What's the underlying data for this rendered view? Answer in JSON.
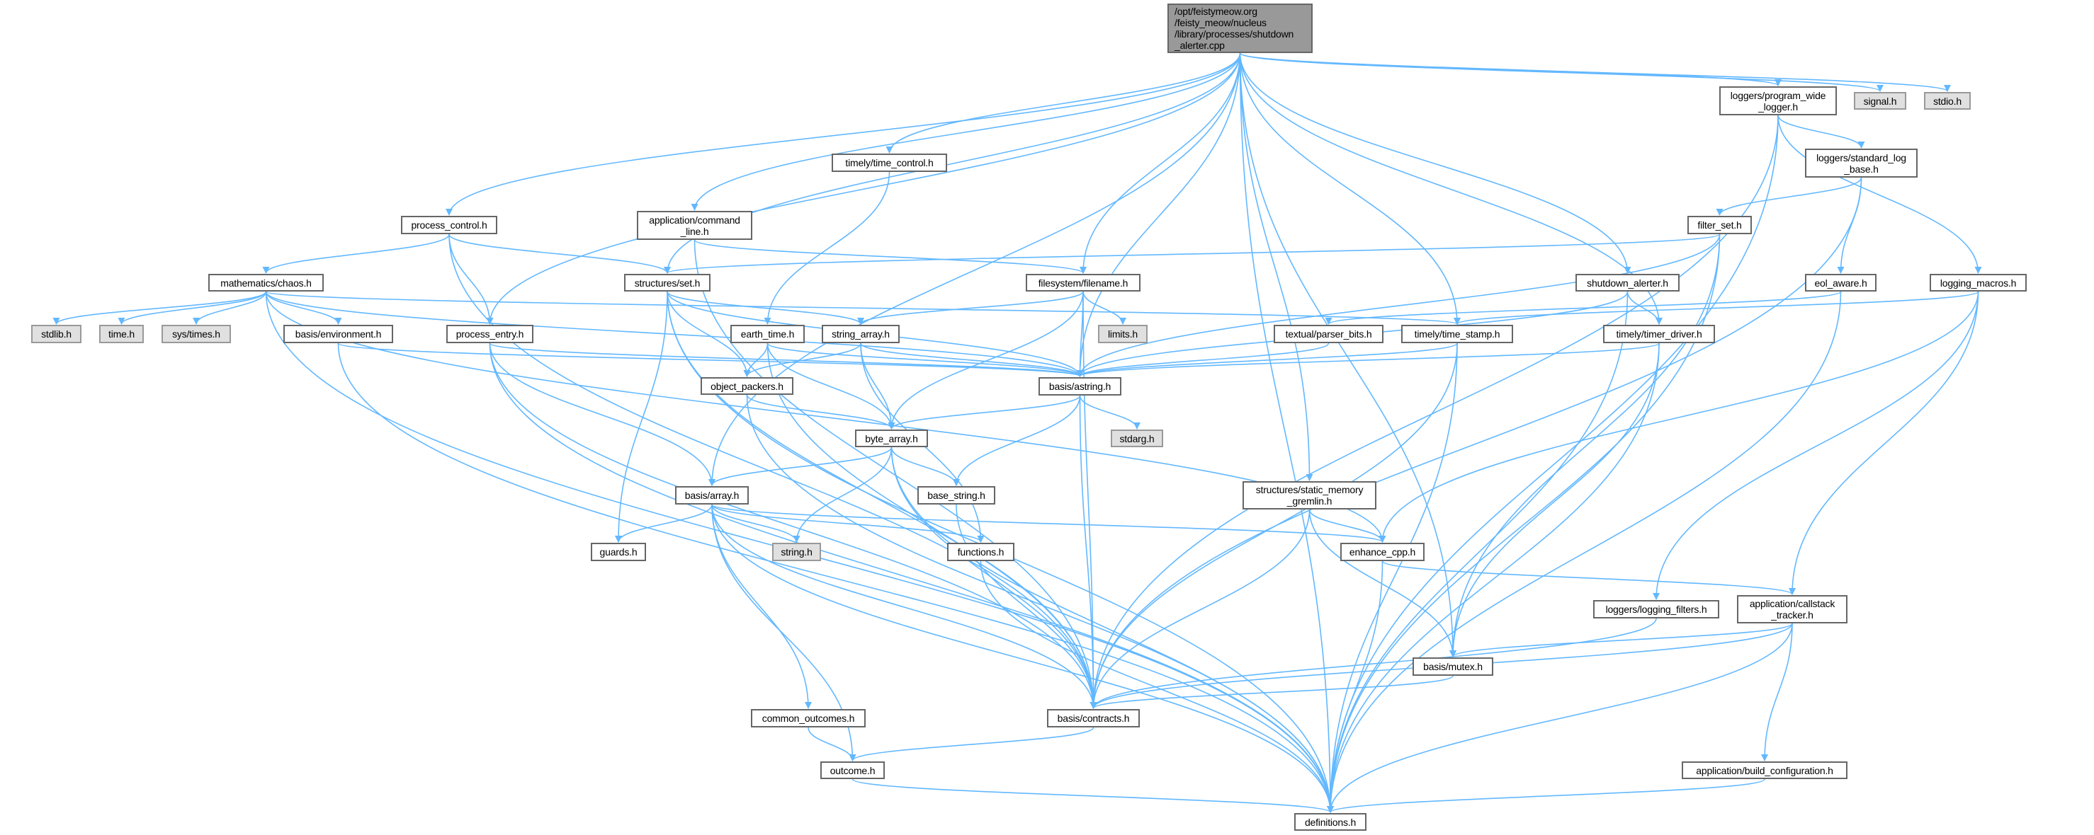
{
  "title": "Include dependency graph",
  "colors": {
    "edge": "#63B8FF",
    "root_fill": "#999999",
    "system_fill": "#E0E0E0",
    "node_border": "#666666"
  },
  "nodes": [
    {
      "id": "root",
      "label": "/opt/feistymeow.org\n/feisty_meow/nucleus\n/library/processes/shutdown\n_alerter.cpp",
      "kind": "root"
    },
    {
      "id": "program_wide_logger",
      "label": "loggers/program_wide\n_logger.h",
      "kind": "normal"
    },
    {
      "id": "signal",
      "label": "signal.h",
      "kind": "system"
    },
    {
      "id": "stdio",
      "label": "stdio.h",
      "kind": "system"
    },
    {
      "id": "time_control",
      "label": "timely/time_control.h",
      "kind": "normal"
    },
    {
      "id": "standard_log_base",
      "label": "loggers/standard_log\n_base.h",
      "kind": "normal"
    },
    {
      "id": "process_control",
      "label": "process_control.h",
      "kind": "normal"
    },
    {
      "id": "command_line",
      "label": "application/command\n_line.h",
      "kind": "normal"
    },
    {
      "id": "filter_set",
      "label": "filter_set.h",
      "kind": "normal"
    },
    {
      "id": "chaos",
      "label": "mathematics/chaos.h",
      "kind": "normal"
    },
    {
      "id": "set",
      "label": "structures/set.h",
      "kind": "normal"
    },
    {
      "id": "filename",
      "label": "filesystem/filename.h",
      "kind": "normal"
    },
    {
      "id": "shutdown_alerter",
      "label": "shutdown_alerter.h",
      "kind": "normal"
    },
    {
      "id": "eol_aware",
      "label": "eol_aware.h",
      "kind": "normal"
    },
    {
      "id": "logging_macros",
      "label": "logging_macros.h",
      "kind": "normal"
    },
    {
      "id": "stdlib",
      "label": "stdlib.h",
      "kind": "system"
    },
    {
      "id": "time",
      "label": "time.h",
      "kind": "system"
    },
    {
      "id": "systimes",
      "label": "sys/times.h",
      "kind": "system"
    },
    {
      "id": "environment",
      "label": "basis/environment.h",
      "kind": "normal"
    },
    {
      "id": "process_entry",
      "label": "process_entry.h",
      "kind": "normal"
    },
    {
      "id": "earth_time",
      "label": "earth_time.h",
      "kind": "normal"
    },
    {
      "id": "string_array",
      "label": "string_array.h",
      "kind": "normal"
    },
    {
      "id": "limits",
      "label": "limits.h",
      "kind": "system"
    },
    {
      "id": "parser_bits",
      "label": "textual/parser_bits.h",
      "kind": "normal"
    },
    {
      "id": "time_stamp",
      "label": "timely/time_stamp.h",
      "kind": "normal"
    },
    {
      "id": "timer_driver",
      "label": "timely/timer_driver.h",
      "kind": "normal"
    },
    {
      "id": "object_packers",
      "label": "object_packers.h",
      "kind": "normal"
    },
    {
      "id": "astring",
      "label": "basis/astring.h",
      "kind": "normal"
    },
    {
      "id": "byte_array",
      "label": "byte_array.h",
      "kind": "normal"
    },
    {
      "id": "stdarg",
      "label": "stdarg.h",
      "kind": "system"
    },
    {
      "id": "array",
      "label": "basis/array.h",
      "kind": "normal"
    },
    {
      "id": "base_string",
      "label": "base_string.h",
      "kind": "normal"
    },
    {
      "id": "gremlin",
      "label": "structures/static_memory\n_gremlin.h",
      "kind": "normal"
    },
    {
      "id": "guards",
      "label": "guards.h",
      "kind": "normal"
    },
    {
      "id": "string",
      "label": "string.h",
      "kind": "system"
    },
    {
      "id": "functions",
      "label": "functions.h",
      "kind": "normal"
    },
    {
      "id": "enhance_cpp",
      "label": "enhance_cpp.h",
      "kind": "normal"
    },
    {
      "id": "logging_filters",
      "label": "loggers/logging_filters.h",
      "kind": "normal"
    },
    {
      "id": "callstack_tracker",
      "label": "application/callstack\n_tracker.h",
      "kind": "normal"
    },
    {
      "id": "mutex",
      "label": "basis/mutex.h",
      "kind": "normal"
    },
    {
      "id": "common_outcomes",
      "label": "common_outcomes.h",
      "kind": "normal"
    },
    {
      "id": "contracts",
      "label": "basis/contracts.h",
      "kind": "normal"
    },
    {
      "id": "outcome",
      "label": "outcome.h",
      "kind": "normal"
    },
    {
      "id": "build_configuration",
      "label": "application/build_configuration.h",
      "kind": "normal"
    },
    {
      "id": "definitions",
      "label": "definitions.h",
      "kind": "normal"
    }
  ],
  "edges": [
    [
      "root",
      "process_control"
    ],
    [
      "root",
      "process_entry"
    ],
    [
      "root",
      "set"
    ],
    [
      "root",
      "command_line"
    ],
    [
      "root",
      "array"
    ],
    [
      "root",
      "time_control"
    ],
    [
      "root",
      "astring"
    ],
    [
      "root",
      "filename"
    ],
    [
      "root",
      "time_stamp"
    ],
    [
      "root",
      "gremlin"
    ],
    [
      "root",
      "mutex"
    ],
    [
      "root",
      "shutdown_alerter"
    ],
    [
      "root",
      "timer_driver"
    ],
    [
      "root",
      "program_wide_logger"
    ],
    [
      "root",
      "signal"
    ],
    [
      "root",
      "stdio"
    ],
    [
      "root",
      "definitions"
    ],
    [
      "process_control",
      "chaos"
    ],
    [
      "process_control",
      "set"
    ],
    [
      "process_control",
      "process_entry"
    ],
    [
      "process_control",
      "contracts"
    ],
    [
      "command_line",
      "filename"
    ],
    [
      "command_line",
      "contracts"
    ],
    [
      "chaos",
      "stdlib"
    ],
    [
      "chaos",
      "time"
    ],
    [
      "chaos",
      "systimes"
    ],
    [
      "chaos",
      "environment"
    ],
    [
      "chaos",
      "definitions"
    ],
    [
      "chaos",
      "astring"
    ],
    [
      "chaos",
      "time_stamp"
    ],
    [
      "chaos",
      "enhance_cpp"
    ],
    [
      "set",
      "definitions"
    ],
    [
      "set",
      "astring"
    ],
    [
      "set",
      "object_packers"
    ],
    [
      "set",
      "guards"
    ],
    [
      "set",
      "string_array"
    ],
    [
      "set",
      "contracts"
    ],
    [
      "environment",
      "astring"
    ],
    [
      "environment",
      "definitions"
    ],
    [
      "process_entry",
      "astring"
    ],
    [
      "process_entry",
      "array"
    ],
    [
      "process_entry",
      "contracts"
    ],
    [
      "process_entry",
      "definitions"
    ],
    [
      "time_control",
      "earth_time"
    ],
    [
      "filename",
      "string_array"
    ],
    [
      "filename",
      "astring"
    ],
    [
      "filename",
      "limits"
    ],
    [
      "filename",
      "byte_array"
    ],
    [
      "filename",
      "contracts"
    ],
    [
      "earth_time",
      "object_packers"
    ],
    [
      "earth_time",
      "astring"
    ],
    [
      "earth_time",
      "byte_array"
    ],
    [
      "earth_time",
      "contracts"
    ],
    [
      "string_array",
      "object_packers"
    ],
    [
      "string_array",
      "astring"
    ],
    [
      "string_array",
      "byte_array"
    ],
    [
      "string_array",
      "functions"
    ],
    [
      "object_packers",
      "byte_array"
    ],
    [
      "object_packers",
      "definitions"
    ],
    [
      "astring",
      "byte_array"
    ],
    [
      "astring",
      "base_string"
    ],
    [
      "astring",
      "stdarg"
    ],
    [
      "astring",
      "contracts"
    ],
    [
      "byte_array",
      "array"
    ],
    [
      "byte_array",
      "string"
    ],
    [
      "byte_array",
      "base_string"
    ],
    [
      "byte_array",
      "contracts"
    ],
    [
      "byte_array",
      "definitions"
    ],
    [
      "array",
      "guards"
    ],
    [
      "array",
      "string"
    ],
    [
      "array",
      "functions"
    ],
    [
      "array",
      "enhance_cpp"
    ],
    [
      "array",
      "common_outcomes"
    ],
    [
      "array",
      "outcome"
    ],
    [
      "array",
      "contracts"
    ],
    [
      "array",
      "definitions"
    ],
    [
      "base_string",
      "contracts"
    ],
    [
      "functions",
      "definitions"
    ],
    [
      "common_outcomes",
      "outcome"
    ],
    [
      "contracts",
      "outcome"
    ],
    [
      "outcome",
      "definitions"
    ],
    [
      "gremlin",
      "enhance_cpp"
    ],
    [
      "gremlin",
      "mutex"
    ],
    [
      "gremlin",
      "contracts"
    ],
    [
      "enhance_cpp",
      "callstack_tracker"
    ],
    [
      "enhance_cpp",
      "definitions"
    ],
    [
      "shutdown_alerter",
      "astring"
    ],
    [
      "shutdown_alerter",
      "timer_driver"
    ],
    [
      "shutdown_alerter",
      "definitions"
    ],
    [
      "eol_aware",
      "parser_bits"
    ],
    [
      "eol_aware",
      "definitions"
    ],
    [
      "parser_bits",
      "astring"
    ],
    [
      "time_stamp",
      "astring"
    ],
    [
      "time_stamp",
      "contracts"
    ],
    [
      "time_stamp",
      "definitions"
    ],
    [
      "timer_driver",
      "astring"
    ],
    [
      "timer_driver",
      "mutex"
    ],
    [
      "timer_driver",
      "definitions"
    ],
    [
      "program_wide_logger",
      "standard_log_base"
    ],
    [
      "program_wide_logger",
      "logging_macros"
    ],
    [
      "program_wide_logger",
      "contracts"
    ],
    [
      "program_wide_logger",
      "definitions"
    ],
    [
      "standard_log_base",
      "filter_set"
    ],
    [
      "standard_log_base",
      "eol_aware"
    ],
    [
      "standard_log_base",
      "contracts"
    ],
    [
      "filter_set",
      "set"
    ],
    [
      "filter_set",
      "astring"
    ],
    [
      "filter_set",
      "mutex"
    ],
    [
      "filter_set",
      "definitions"
    ],
    [
      "logging_macros",
      "time_stamp"
    ],
    [
      "logging_macros",
      "enhance_cpp"
    ],
    [
      "logging_macros",
      "logging_filters"
    ],
    [
      "logging_macros",
      "callstack_tracker"
    ],
    [
      "logging_filters",
      "contracts"
    ],
    [
      "callstack_tracker",
      "mutex"
    ],
    [
      "callstack_tracker",
      "contracts"
    ],
    [
      "callstack_tracker",
      "build_configuration"
    ],
    [
      "callstack_tracker",
      "definitions"
    ],
    [
      "build_configuration",
      "definitions"
    ],
    [
      "mutex",
      "contracts"
    ]
  ]
}
